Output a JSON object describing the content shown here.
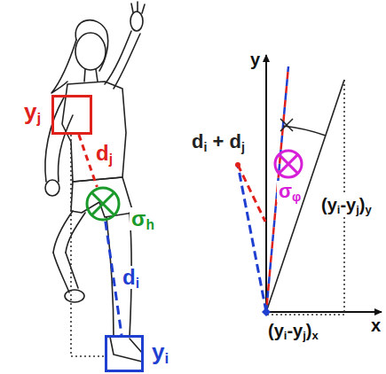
{
  "diagram": {
    "nodes": [
      {
        "text": [
          "yj"
        ]
      },
      {
        "text": [
          "σh"
        ]
      },
      {
        "text": [
          "yi"
        ]
      },
      {
        "text": [
          "σφ"
        ]
      }
    ],
    "edges": [
      {
        "from": 0,
        "to": 1,
        "arrow": "none",
        "label": "dj"
      },
      {
        "from": 1,
        "to": 2,
        "arrow": "none",
        "label": "di"
      }
    ],
    "labels": [
      "y",
      "x",
      "di + dj",
      "(yi-yj)y",
      "(yi-yj)x"
    ]
  }
}
